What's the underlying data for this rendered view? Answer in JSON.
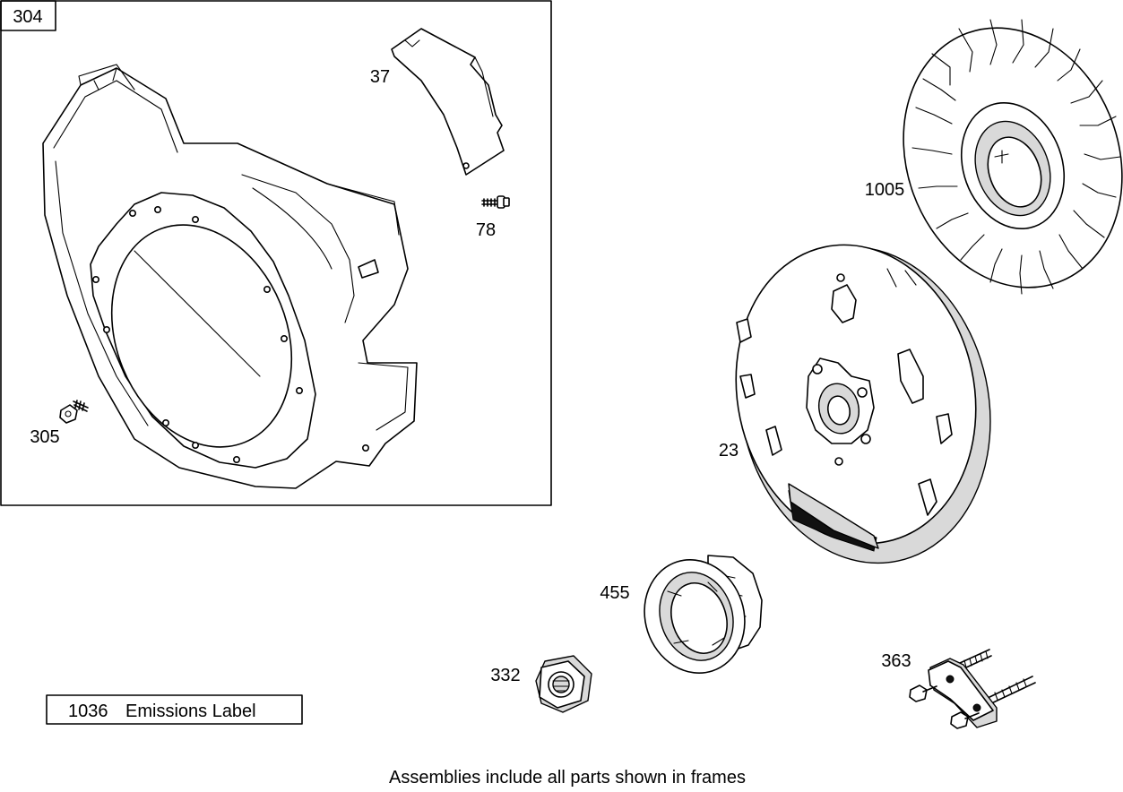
{
  "frame": {
    "label": "304"
  },
  "parts": [
    {
      "id": "304",
      "name": "blower-housing"
    },
    {
      "id": "37",
      "name": "shroud-guard"
    },
    {
      "id": "78",
      "name": "screw"
    },
    {
      "id": "305",
      "name": "screw"
    },
    {
      "id": "1005",
      "name": "fan"
    },
    {
      "id": "23",
      "name": "flywheel"
    },
    {
      "id": "455",
      "name": "starter-cup"
    },
    {
      "id": "332",
      "name": "nut"
    },
    {
      "id": "363",
      "name": "flywheel-puller"
    }
  ],
  "callouts": {
    "c37": "37",
    "c78": "78",
    "c305": "305",
    "c1005": "1005",
    "c23": "23",
    "c455": "455",
    "c332": "332",
    "c363": "363"
  },
  "emissions_label": {
    "number": "1036",
    "text": "Emissions Label"
  },
  "footer": "Assemblies include all parts shown in frames"
}
